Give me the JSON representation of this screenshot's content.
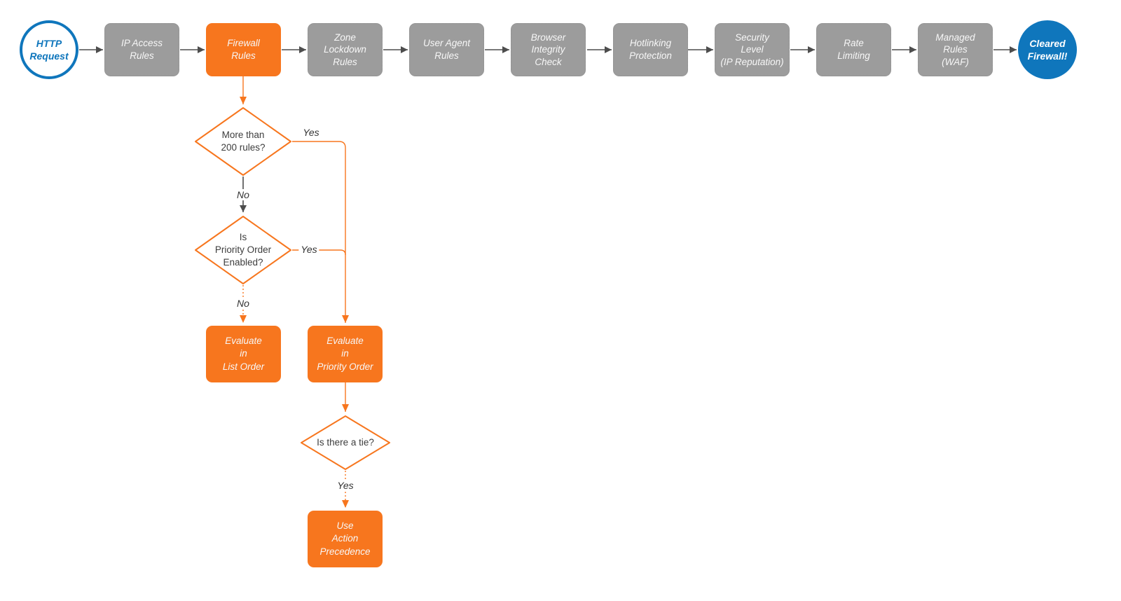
{
  "diagram": {
    "name": "Firewall request evaluation flowchart",
    "colors": {
      "orange": "#F7761E",
      "blue": "#0F76BC",
      "gray_fill": "#9C9C9C",
      "gray_border": "#8F8F8F",
      "arrow_gray": "#4D4D4D",
      "text_dark": "#3D3D3D",
      "text_light": "#F7F7F7"
    },
    "start": {
      "label": "HTTP\nRequest"
    },
    "end": {
      "label": "Cleared\nFirewall!"
    },
    "pipeline": [
      {
        "label": "IP Access\nRules",
        "highlighted": false
      },
      {
        "label": "Firewall\nRules",
        "highlighted": true
      },
      {
        "label": "Zone\nLockdown\nRules",
        "highlighted": false
      },
      {
        "label": "User Agent\nRules",
        "highlighted": false
      },
      {
        "label": "Browser\nIntegrity\nCheck",
        "highlighted": false
      },
      {
        "label": "Hotlinking\nProtection",
        "highlighted": false
      },
      {
        "label": "Security\nLevel\n(IP Reputation)",
        "highlighted": false
      },
      {
        "label": "Rate\nLimiting",
        "highlighted": false
      },
      {
        "label": "Managed\nRules\n(WAF)",
        "highlighted": false
      }
    ],
    "decisions": [
      {
        "label": "More than\n200 rules?"
      },
      {
        "label": "Is\nPriority Order\nEnabled?"
      },
      {
        "label": "Is there a tie?"
      }
    ],
    "actions": [
      {
        "label": "Evaluate\nin\nList Order"
      },
      {
        "label": "Evaluate\nin\nPriority Order"
      },
      {
        "label": "Use\nAction\nPrecedence"
      }
    ],
    "edge_labels": [
      {
        "label": "Yes"
      },
      {
        "label": "No"
      },
      {
        "label": "Yes"
      },
      {
        "label": "No"
      },
      {
        "label": "Yes"
      }
    ]
  }
}
